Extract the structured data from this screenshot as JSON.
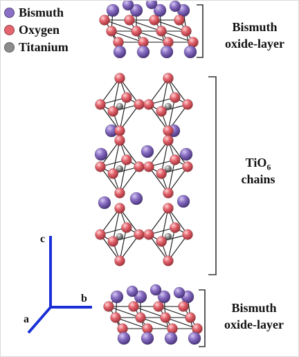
{
  "legend": [
    {
      "label": "Bismuth",
      "color": "#8a6fc4"
    },
    {
      "label": "Oxygen",
      "color": "#e4656e"
    },
    {
      "label": "Titanium",
      "color": "#8c8c8c"
    }
  ],
  "labels": {
    "top_layer_line1": "Bismuth",
    "top_layer_line2": "oxide-layer",
    "chains_prefix": "TiO",
    "chains_sub": "6",
    "chains_line2": "chains",
    "bottom_layer_line1": "Bismuth",
    "bottom_layer_line2": "oxide-layer"
  },
  "axes": {
    "c": "c",
    "b": "b",
    "a": "a",
    "color": "#1a2fd6"
  },
  "colors": {
    "bracket": "#333333",
    "bond": "#111111",
    "bismuth": "#8a6fc4",
    "oxygen": "#e4656e",
    "titanium": "#8c8c8c"
  }
}
